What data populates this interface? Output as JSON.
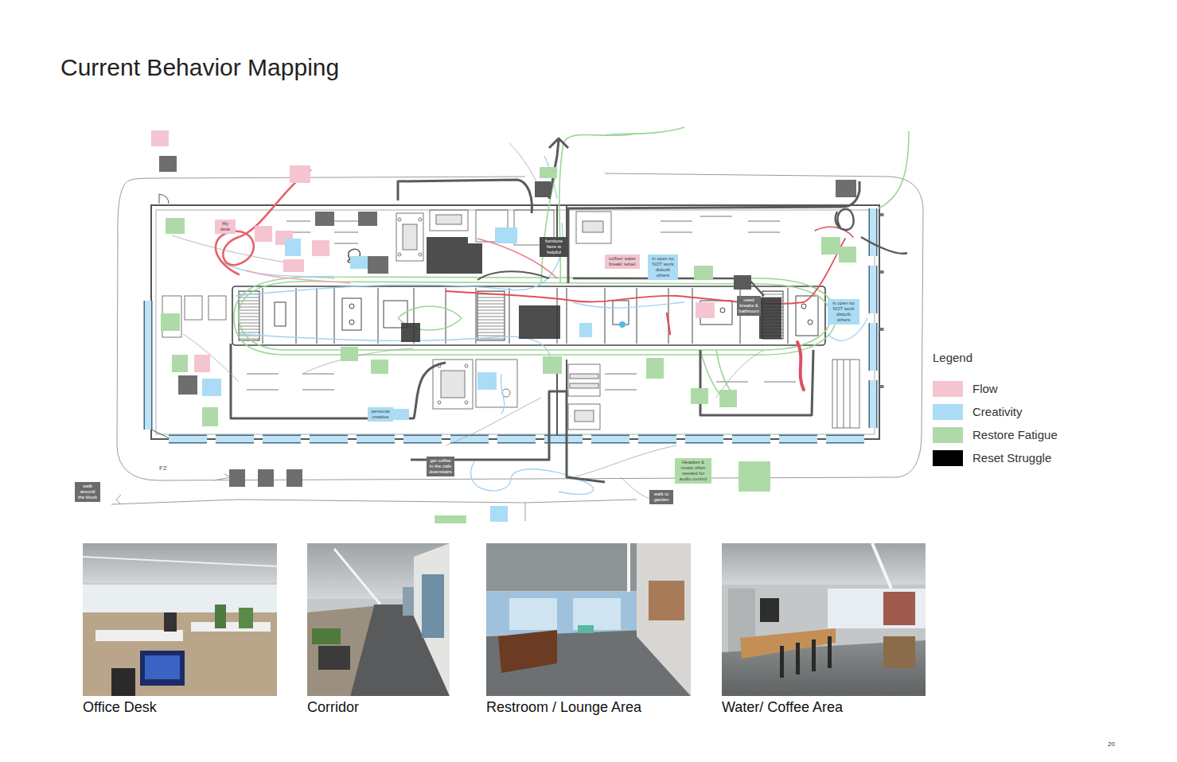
{
  "diagram": {
    "title": "Current Behavior Mapping",
    "nodes": [
      {
        "text": [
          "My desk"
        ]
      },
      {
        "text": [
          "furniture here is helpful"
        ]
      },
      {
        "text": [
          "coffee/ water break/ refuel"
        ]
      },
      {
        "text": [
          "in open so NOT work disturb others"
        ]
      },
      {
        "text": [
          "need breaks & bathroom"
        ]
      },
      {
        "text": [
          "in open so NOT work disturb others"
        ]
      },
      {
        "text": [
          "personal creative"
        ]
      },
      {
        "text": [
          "get coffee in the cafe downstairs"
        ]
      },
      {
        "text": [
          "Headset & music often needed for audio control"
        ]
      },
      {
        "text": [
          "walk around the block"
        ]
      },
      {
        "text": [
          "walk to garden"
        ]
      }
    ],
    "labels": [
      "Legend",
      "F2",
      "Office Desk",
      "Corridor",
      "Restroom / Lounge Area",
      "Water/ Coffee Area",
      "20"
    ],
    "legend": [
      {
        "text": "Flow",
        "color": "#f5c4d1"
      },
      {
        "text": "Creativity",
        "color": "#aadcf5"
      },
      {
        "text": "Restore Fatigue",
        "color": "#aedaa8"
      },
      {
        "text": "Reset Struggle",
        "color": "#000000"
      }
    ]
  }
}
